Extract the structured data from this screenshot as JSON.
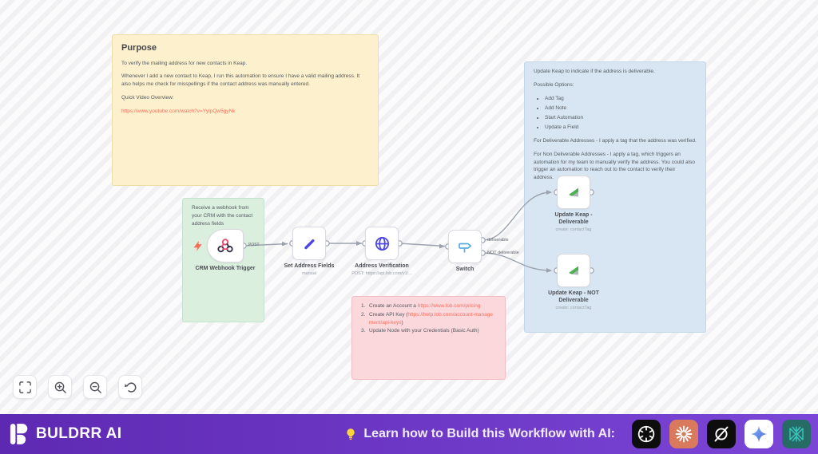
{
  "app": {
    "brand": "BULDRR AI",
    "cta": "Learn how to Build this Workflow with AI:"
  },
  "notes": {
    "purpose": {
      "title": "Purpose",
      "p1": "To verify the mailing address for new contacts in Keap.",
      "p2": "Whenever I add a new contact to Keap, I run this automation to ensure I have a valid mailing address. It also helps me check for misspellings if the contact address was manually entered.",
      "p3": "Quick Video Overview:",
      "link": "https://www.youtube.com/watch?v=YylpQw5gyNk"
    },
    "webhook": {
      "text": "Receive a webhook from your CRM with the contact address fields"
    },
    "keap": {
      "p1": "Update Keap to indicate if the address is deliverable.",
      "p2": "Possible Options:",
      "options": [
        "Add Tag",
        "Add Note",
        "Start Automation",
        "Update a Field"
      ],
      "p3": "For Deliverable Addresses - I apply a tag that the address was verified.",
      "p4": "For Non Deliverable Addresses - I apply a tag, which triggers an automation for my team to manually verify the address. You could also trigger an automation to reach out to the contact to verify their address."
    },
    "lob": {
      "items": [
        {
          "num": "1.",
          "pre": "Create an Account a ",
          "link": "https://www.lob.com/pricing",
          "post": ""
        },
        {
          "num": "2.",
          "pre": "Create API Key (",
          "link": "https://help.lob.com/account-management/api-keys",
          "post": ")"
        },
        {
          "num": "3.",
          "pre": "Update Node with your Credentials (Basic Auth)",
          "link": "",
          "post": ""
        }
      ]
    }
  },
  "nodes": {
    "trigger": {
      "label": "CRM Webhook Trigger"
    },
    "set": {
      "label": "Set Address Fields",
      "sub": "manual"
    },
    "verify": {
      "label": "Address Verification",
      "sub": "POST: https://api.lob.com/v1/..."
    },
    "switch": {
      "label": "Switch"
    },
    "keap_deliverable": {
      "label": "Update Keap - Deliverable",
      "sub": "create: contactTag"
    },
    "keap_not_deliverable": {
      "label": "Update Keap - NOT Deliverable",
      "sub": "create: contactTag"
    }
  },
  "connections": {
    "post": "POST",
    "out1": "deliverable",
    "out2": "NOT deliverable"
  },
  "footer_tools": [
    "openai",
    "claude",
    "grok",
    "gemini",
    "devin"
  ],
  "colors": {
    "accent": "#ff6d5a",
    "note_yellow": "#FCF0CD",
    "note_green": "#DBEFDF",
    "note_blue": "#D8E6F3",
    "note_pink": "#FBD8DC",
    "footer_purple_start": "#5e29b2",
    "footer_purple_end": "#7b46d7"
  }
}
